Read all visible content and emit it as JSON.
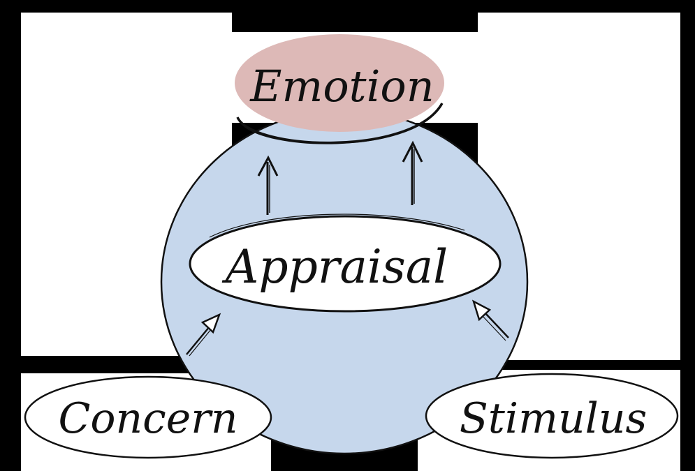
{
  "diagram": {
    "nodes": {
      "emotion": {
        "label": "Emotion"
      },
      "appraisal": {
        "label": "Appraisal"
      },
      "concern": {
        "label": "Concern"
      },
      "stimulus": {
        "label": "Stimulus"
      }
    },
    "edges": [
      {
        "from": "appraisal",
        "to": "emotion"
      },
      {
        "from": "appraisal",
        "to": "emotion"
      },
      {
        "from": "concern",
        "to": "appraisal"
      },
      {
        "from": "stimulus",
        "to": "appraisal"
      }
    ],
    "colors": {
      "background": "#000000",
      "panel": "#ffffff",
      "system_circle": "#c6d7ec",
      "emotion_fill": "#ddb9b7",
      "node_fill": "#ffffff",
      "stroke": "#111111"
    }
  }
}
